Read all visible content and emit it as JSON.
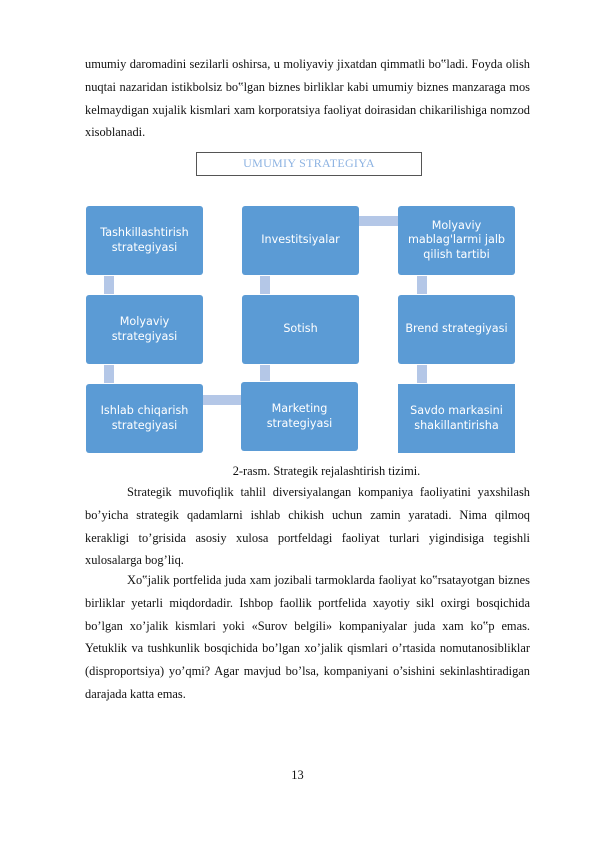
{
  "paragraphs": {
    "p1": "umumiy daromadini sezilarli oshirsa, u moliyaviy jixatdan qimmatli bo‟ladi. Foyda olish nuqtai nazaridan istikbolsiz bo‟lgan biznes birliklar kabi umumiy biznes manzaraga mos kelmaydigan xujalik kismlari xam korporatsiya faoliyat doirasidan chikarilishiga nomzod xisoblanadi.",
    "p2": "Strategik muvofiqlik tahlil diversiyalangan kompaniya faoliyatini yaxshilash bo’yicha strategik qadamlarni ishlab chikish uchun zamin yaratadi. Nima qilmoq kerakligi to’grisida asosiy xulosa portfeldagi faoliyat turlari yigindisiga tegishli xulosalarga bog’liq.",
    "p3": "Xo‟jalik portfelida juda xam jozibali tarmoklarda faoliyat ko‟rsatayotgan biznes birliklar yetarli miqdordadir. Ishbop faollik portfelida xayotiy sikl oxirgi bosqichida bo’lgan xo’jalik kismlari yoki «Surov belgili» kompaniyalar juda xam ko‟p emas. Yetuklik va tushkunlik bosqichida bo’lgan xo’jalik qismlari o’rtasida nomutanosibliklar (disproportsiya) yo’qmi? Agar mavjud bo’lsa, kompaniyani o’sishini sekinlashtiradigan darajada katta emas."
  },
  "diagram": {
    "title": "UMUMIY STRATEGIYA",
    "boxes": {
      "tashkillashtirish": "Tashkillashtirish strategiyasi",
      "investitsiyalar": "Investitsiyalar",
      "mablag": "Molyaviy mablag'larmi jalb qilish tartibi",
      "molyaviy": "Molyaviy strategiyasi",
      "sotish": "Sotish",
      "brend": "Brend strategiyasi",
      "ishlab": "Ishlab chiqarish strategiyasi",
      "marketing": "Marketing strategiyasi",
      "savdo": "Savdo markasini shakillantirisha"
    },
    "colors": {
      "box": "#5b9bd5",
      "connector": "#b4c7e7",
      "title_text": "#8db3e2"
    }
  },
  "caption": "2-rasm. Strategik rejalashtirish tizimi.",
  "page_number": "13"
}
